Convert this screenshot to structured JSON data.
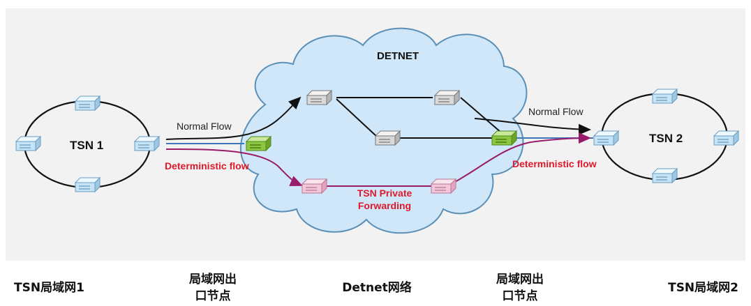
{
  "diagram": {
    "tsn1_label": "TSN 1",
    "tsn2_label": "TSN 2",
    "cloud_title": "DETNET",
    "normal_flow_left": "Normal Flow",
    "normal_flow_right": "Normal Flow",
    "deterministic_flow_left": "Deterministic flow",
    "deterministic_flow_right": "Deterministic flow",
    "private_forwarding_line1": "TSN Private",
    "private_forwarding_line2": "Forwarding"
  },
  "captions": {
    "tsn_lan_1": "TSN局域网1",
    "egress_left_line1": "局域网出",
    "egress_left_line2": "口节点",
    "detnet_network": "Detnet网络",
    "egress_right_line1": "局域网出",
    "egress_right_line2": "口节点",
    "tsn_lan_2": "TSN局域网2"
  },
  "colors": {
    "lan_switch": "#c7e4f6",
    "edge_switch": "#8dc63f",
    "core_switch": "#d9d9d9",
    "tsn_private_switch": "#f3c6da",
    "normal_flow": "#111111",
    "deterministic_flow": "#9b1b6b",
    "label_red": "#e0192a",
    "cloud_fill": "#cfe7f8"
  },
  "icons": {
    "switch": "network-switch-icon"
  }
}
